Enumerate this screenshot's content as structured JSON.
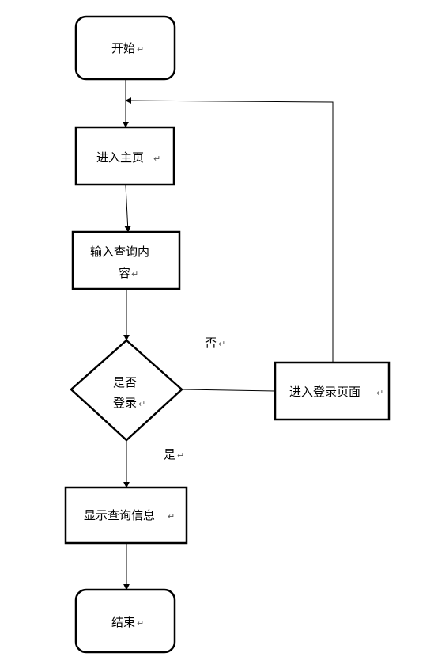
{
  "flowchart": {
    "start": "开始",
    "home": "进入主页",
    "query_line1": "输入查询内",
    "query_line2": "容",
    "decision_line1": "是否",
    "decision_line2": "登录",
    "login_page": "进入登录页面",
    "show_results": "显示查询信息",
    "end": "结束",
    "label_no": "否",
    "label_yes": "是"
  },
  "colors": {
    "stroke": "#000000",
    "background": "#ffffff"
  }
}
